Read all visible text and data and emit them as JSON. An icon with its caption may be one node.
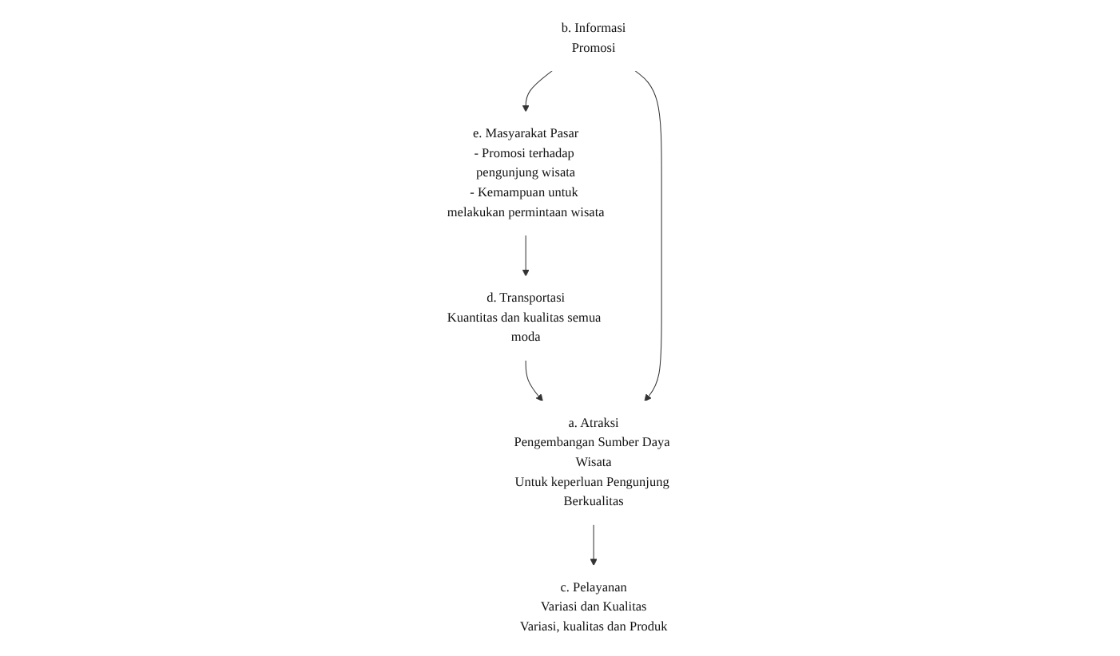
{
  "diagram": {
    "nodes": [
      {
        "text": [
          "e. Masyarakat Pasar",
          "- Promosi terhadap pengunjung wisata",
          "- Kemampuan untuk melakukan permintaan wisata"
        ]
      },
      {
        "text": [
          "d. Transportasi",
          "Kuantitas dan kualitas semua moda"
        ]
      },
      {
        "text": [
          "b. Informasi",
          "Promosi"
        ]
      },
      {
        "text": [
          "a. Atraksi",
          "Pengembangan Sumber Daya Wisata",
          "Untuk keperluan Pengunjung Berkualitas"
        ]
      },
      {
        "text": [
          "c. Pelayanan",
          "Variasi dan Kualitas",
          "Variasi, kualitas dan Produk"
        ]
      }
    ],
    "edges": [
      {
        "from": 0,
        "to": 1,
        "arrow": "to"
      },
      {
        "from": 2,
        "to": 0,
        "arrow": "to"
      },
      {
        "from": 1,
        "to": 3,
        "arrow": "to"
      },
      {
        "from": 2,
        "to": 3,
        "arrow": "to"
      },
      {
        "from": 3,
        "to": 4,
        "arrow": "to"
      }
    ]
  }
}
